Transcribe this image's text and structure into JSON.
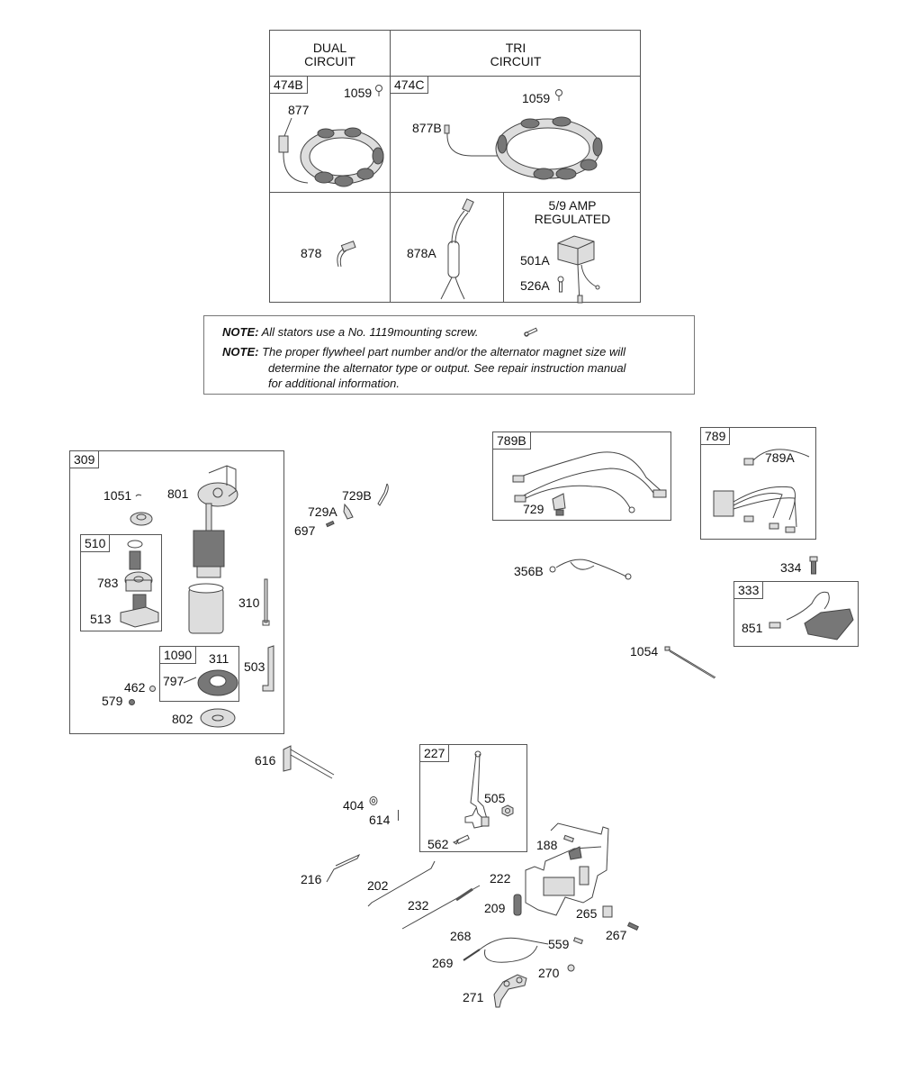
{
  "alternator_table": {
    "headers": {
      "dual": "DUAL\nCIRCUIT",
      "tri": "TRI\nCIRCUIT"
    },
    "dual_cell": {
      "tag": "474B",
      "screw": "1059",
      "connector": "877"
    },
    "tri_cell": {
      "tag": "474C",
      "screw": "1059",
      "connector": "877B"
    },
    "bottom_row": {
      "connector": "878",
      "harness": "878A",
      "regulator_title": "5/9 AMP\nREGULATED",
      "regulator": "501A",
      "screw": "526A"
    }
  },
  "notes": [
    {
      "label": "NOTE:",
      "text": "All stators use a No. 1119mounting screw."
    },
    {
      "label": "NOTE:",
      "text": "The proper flywheel part number and/or the alternator magnet size will",
      "continuation": [
        "determine the alternator type or output. See repair instruction manual",
        "for additional information."
      ]
    }
  ],
  "starter_assembly": {
    "tag": "309",
    "parts": {
      "p1051": "1051",
      "p801": "801",
      "p310": "310",
      "p503": "503",
      "p462": "462",
      "p579": "579",
      "p802": "802"
    },
    "drive_kit": {
      "tag": "510",
      "p783": "783",
      "p513": "513"
    },
    "brush_kit": {
      "tag": "1090",
      "p311": "311",
      "p797": "797"
    }
  },
  "loose_parts": {
    "p729B": "729B",
    "p729A": "729A",
    "p697": "697",
    "p356B": "356B",
    "p334": "334",
    "p1054": "1054",
    "p616": "616",
    "p404": "404",
    "p614": "614",
    "p216": "216",
    "p202": "202",
    "p232": "232",
    "p188": "188",
    "p222": "222",
    "p209": "209",
    "p265": "265",
    "p267": "267",
    "p268": "268",
    "p269": "269",
    "p559": "559",
    "p270": "270",
    "p271": "271"
  },
  "harness_789B": {
    "tag": "789B",
    "p729": "729"
  },
  "harness_789": {
    "tag": "789",
    "p789A": "789A"
  },
  "ignition_333": {
    "tag": "333",
    "p851": "851"
  },
  "lever_227": {
    "tag": "227",
    "p505": "505",
    "p562": "562"
  }
}
